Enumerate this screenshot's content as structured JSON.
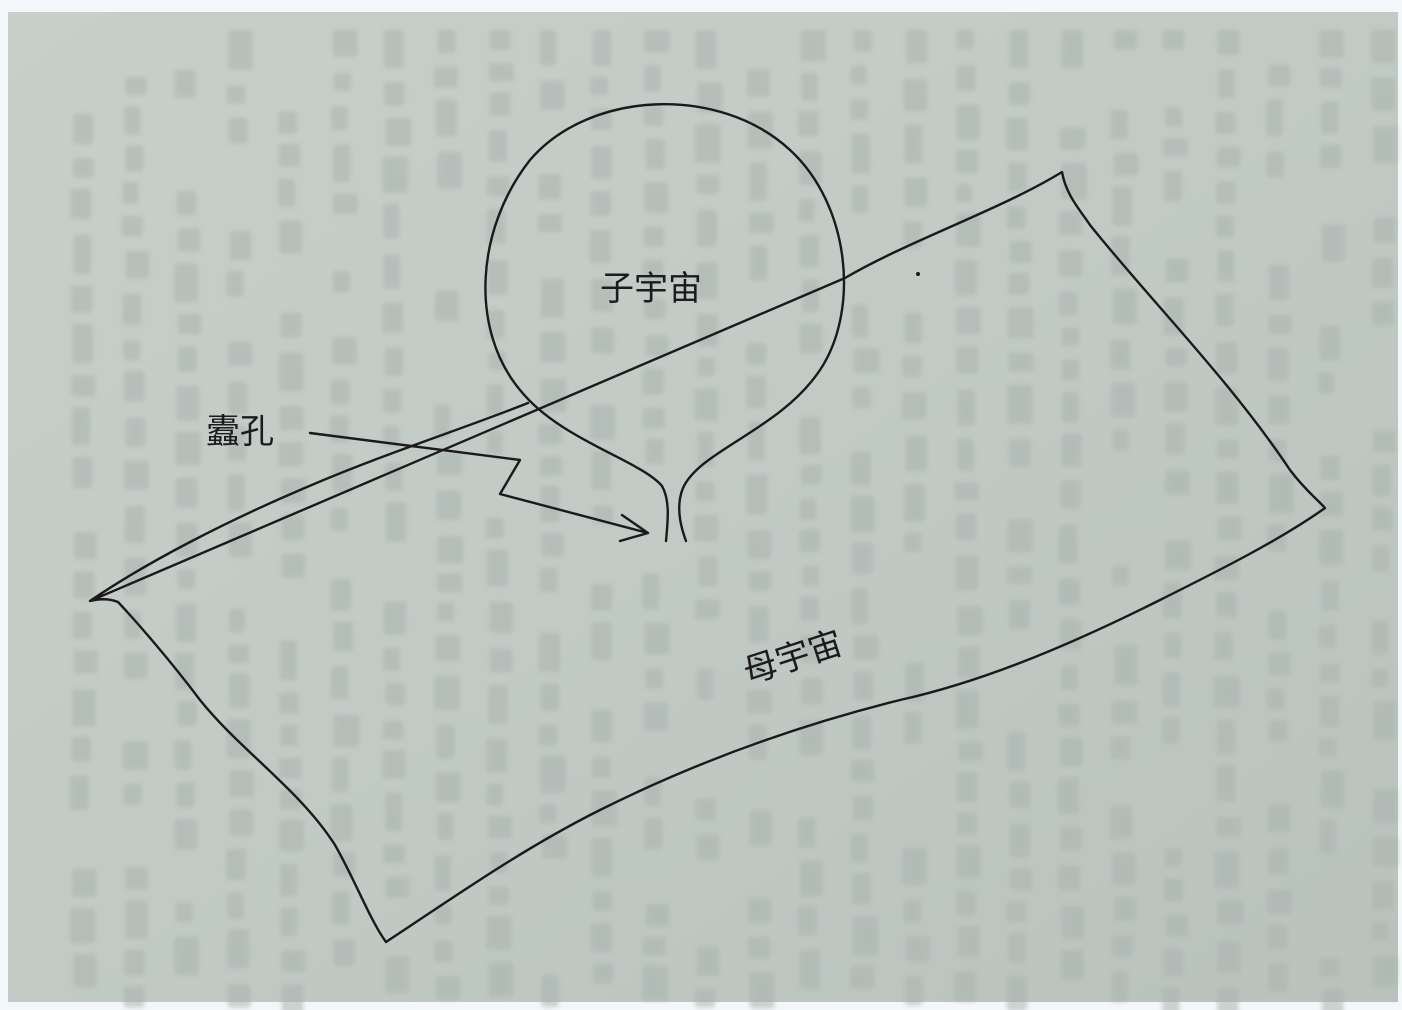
{
  "diagram": {
    "child_universe_label": "子宇宙",
    "wormhole_label": "蠹孔",
    "mother_universe_label": "母宇宙"
  },
  "colors": {
    "paper": "#c2cbc6",
    "ink": "#1a1a1a",
    "bleed_text": "#aab4af"
  }
}
